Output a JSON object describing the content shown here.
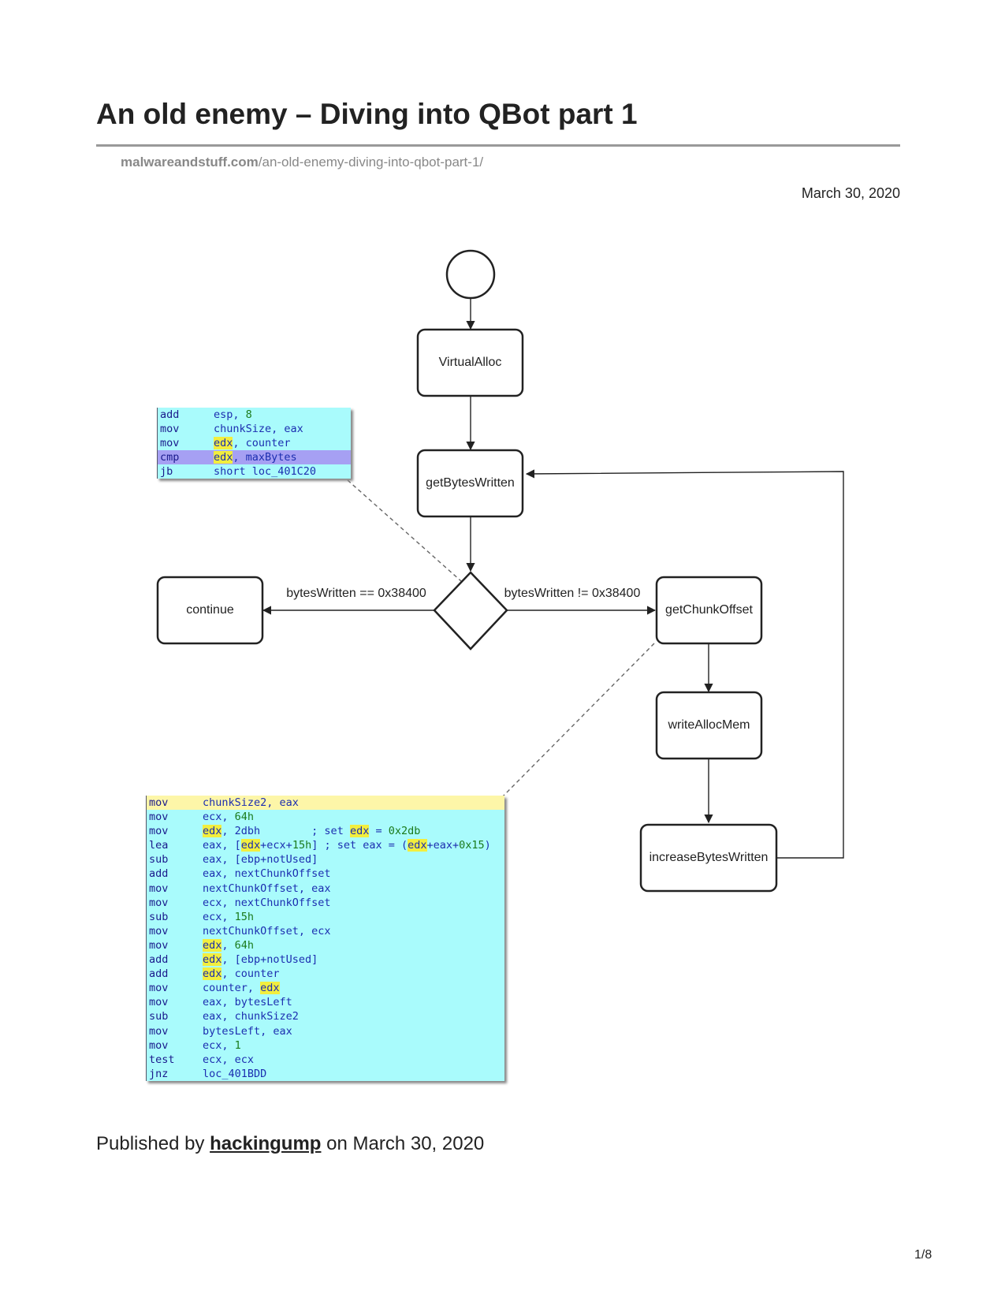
{
  "article": {
    "title": "An old enemy – Diving into QBot part 1",
    "url_domain": "malwareandstuff.com",
    "url_path": "/an-old-enemy-diving-into-qbot-part-1/",
    "date": "March 30, 2020"
  },
  "flowchart": {
    "nodes": {
      "virtual_alloc": "VirtualAlloc",
      "get_bytes_written": "getBytesWritten",
      "continue": "continue",
      "get_chunk_offset": "getChunkOffset",
      "write_alloc_mem": "writeAllocMem",
      "increase_bytes_written": "increaseBytesWritten"
    },
    "edges": {
      "equal_label": "bytesWritten == 0x38400",
      "not_equal_label": "bytesWritten != 0x38400"
    }
  },
  "asm_top": [
    {
      "op": "add",
      "args": "esp, 8"
    },
    {
      "op": "mov",
      "args": "chunkSize, eax"
    },
    {
      "op": "mov",
      "args": "edx, counter"
    },
    {
      "op": "cmp",
      "args": "edx, maxBytes"
    },
    {
      "op": "jb",
      "args": "short loc_401C20"
    }
  ],
  "asm_bottom": [
    {
      "op": "mov",
      "args": "chunkSize2, eax"
    },
    {
      "op": "mov",
      "args": "ecx, 64h"
    },
    {
      "op": "mov",
      "args": "edx, 2dbh        ; set edx = 0x2db"
    },
    {
      "op": "lea",
      "args": "eax, [edx+ecx+15h] ; set eax = (edx+eax+0x15)"
    },
    {
      "op": "sub",
      "args": "eax, [ebp+notUsed]"
    },
    {
      "op": "add",
      "args": "eax, nextChunkOffset"
    },
    {
      "op": "mov",
      "args": "nextChunkOffset, eax"
    },
    {
      "op": "mov",
      "args": "ecx, nextChunkOffset"
    },
    {
      "op": "sub",
      "args": "ecx, 15h"
    },
    {
      "op": "mov",
      "args": "nextChunkOffset, ecx"
    },
    {
      "op": "mov",
      "args": "edx, 64h"
    },
    {
      "op": "add",
      "args": "edx, [ebp+notUsed]"
    },
    {
      "op": "add",
      "args": "edx, counter"
    },
    {
      "op": "mov",
      "args": "counter, edx"
    },
    {
      "op": "mov",
      "args": "eax, bytesLeft"
    },
    {
      "op": "sub",
      "args": "eax, chunkSize2"
    },
    {
      "op": "mov",
      "args": "bytesLeft, eax"
    },
    {
      "op": "mov",
      "args": "ecx, 1"
    },
    {
      "op": "test",
      "args": "ecx, ecx"
    },
    {
      "op": "jnz",
      "args": "loc_401BDD"
    }
  ],
  "footer": {
    "published_prefix": "Published by",
    "author": "hackingump",
    "published_suffix": "on March 30, 2020",
    "page_number": "1/8"
  },
  "colors": {
    "asm_background": "#a9fbfc",
    "asm_register_highlight": "#f2ee3e",
    "asm_selected_row": "#a6a0f3"
  }
}
